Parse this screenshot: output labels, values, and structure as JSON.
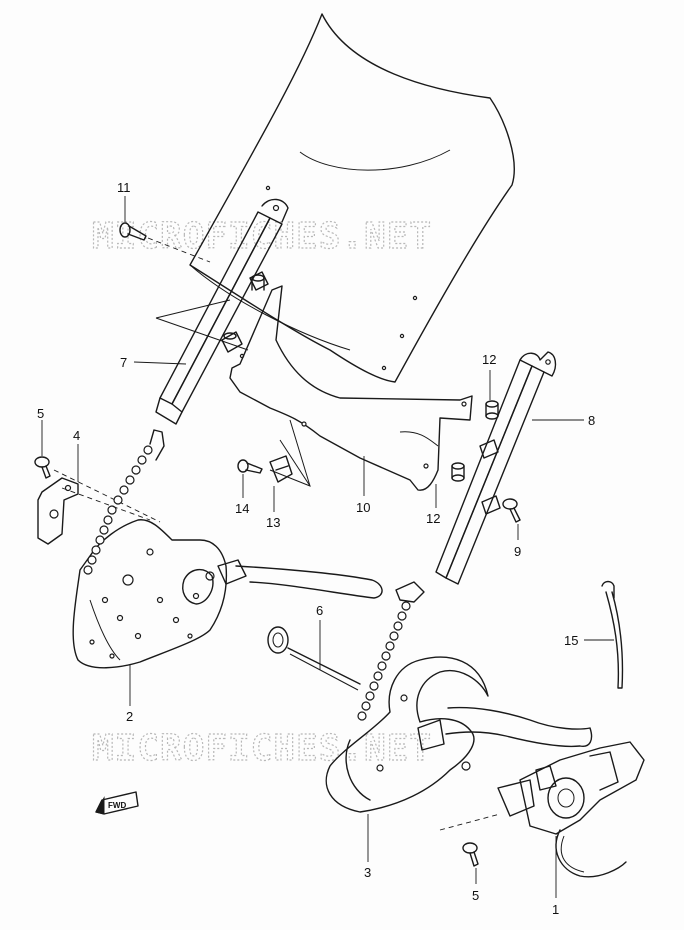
{
  "watermark": "MICROFICHES.NET",
  "fwd_label": "FWD",
  "callouts": [
    "1",
    "2",
    "3",
    "4",
    "5",
    "5",
    "6",
    "7",
    "8",
    "9",
    "10",
    "11",
    "12",
    "12",
    "13",
    "14",
    "15"
  ]
}
